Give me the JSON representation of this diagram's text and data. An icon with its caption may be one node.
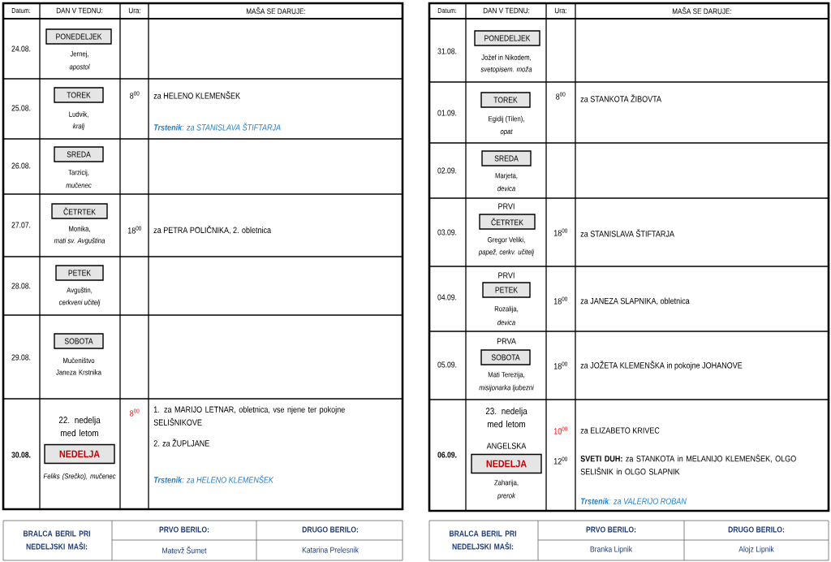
{
  "diagram": {
    "nodes": [
      {
        "text": [
          "PONEDELJEK"
        ]
      },
      {
        "text": [
          "TOREK"
        ]
      },
      {
        "text": [
          "SREDA"
        ]
      },
      {
        "text": [
          "ČETRTEK"
        ]
      },
      {
        "text": [
          "PETEK"
        ]
      },
      {
        "text": [
          "SOBOTA"
        ]
      },
      {
        "text": [
          "NEDELJA"
        ]
      },
      {
        "text": [
          "PONEDELJEK"
        ]
      },
      {
        "text": [
          "TOREK"
        ]
      },
      {
        "text": [
          "SREDA"
        ]
      },
      {
        "text": [
          "ČETRTEK"
        ]
      },
      {
        "text": [
          "PETEK"
        ]
      },
      {
        "text": [
          "SOBOTA"
        ]
      },
      {
        "text": [
          "NEDELJA"
        ]
      }
    ],
    "labels": [
      "Datum:",
      "DAN V TEDNU:",
      "Ura:",
      "MAŠA SE DARUJE:",
      "24.08.",
      "Jernej,",
      "apostol",
      "25.08.",
      "Ludvik,",
      "kralj",
      "8$^{00}$",
      "za HELENO KLEMENŠEK",
      "**Trstenik**: za STANISLAVA ŠTIFTARJA",
      "26.08.",
      "Tarzicij,",
      "mučenec",
      "27.07.",
      "Monika,",
      "mati sv. Avguština",
      "18$^{00}$",
      "za PETRA POLIČNIKA, 2. obletnica",
      "28.08.",
      "Avguštin,",
      "cerkveni učitelj",
      "29.08.",
      "Mučeništvo Janeza Krstnika",
      "30.08.",
      "22. nedelja med letom",
      "Feliks (Srečko), mučenec",
      "8$^{00}$",
      "1. za MARIJO LETNAR, obletnica, vse njene ter pokojne SELIŠNIKOVE",
      "2. za ŽUPLJANE",
      "**Trstenik**: za HELENO KLEMENŠEK",
      "BRALCA BERIL PRI NEDELJSKI MAŠI:",
      "PRVO BERILO:",
      "DRUGO BERILO:",
      "Matevž Šumet",
      "Katarina Prelesnik",
      "Datum:",
      "DAN V TEDNU:",
      "Ura:",
      "MAŠA SE DARUJE:",
      "31.08.",
      "Jožef in Nikodem,",
      "svetopisem. moža",
      "01.09.",
      "Egidij (Tilen),",
      "opat",
      "8$^{00}$",
      "za STANKOTA ŽIBOVTA",
      "02.09.",
      "Marjeta,",
      "devica",
      "03.09.",
      "PRVI",
      "Gregor Veliki,",
      "papež, cerkv. učitelj",
      "18$^{00}$",
      "za STANISLAVA ŠTIFTARJA",
      "04.09.",
      "PRVI",
      "Rozalija,",
      "devica",
      "18$^{00}$",
      "za JANEZA SLAPNIKA, obletnica",
      "05.09.",
      "PRVA",
      "Mati Terezija,",
      "misijonarka ljubezni",
      "18$^{00}$",
      "za JOŽETA KLEMENŠKA in pokojne JOHANOVE",
      "06.09.",
      "23. nedelja med letom",
      "ANGELSKA",
      "Zaharija,",
      "prerok",
      "10$^{00}$",
      "12$^{00}$",
      "za ELIZABETO KRIVEC",
      "**SVETI DUH:** za STANKOTA in MELANIJO KLEMENŠEK, OLGO SELIŠNIK in OLGO SLAPNIK",
      "**Trstenik**: za VALERIJO ROBAN",
      "BRALCA BERIL PRI NEDELJSKI MAŠI:",
      "PRVO BERILO:",
      "DRUGO BERILO:",
      "Branka Lipnik",
      "Alojz Lipnik"
    ]
  }
}
